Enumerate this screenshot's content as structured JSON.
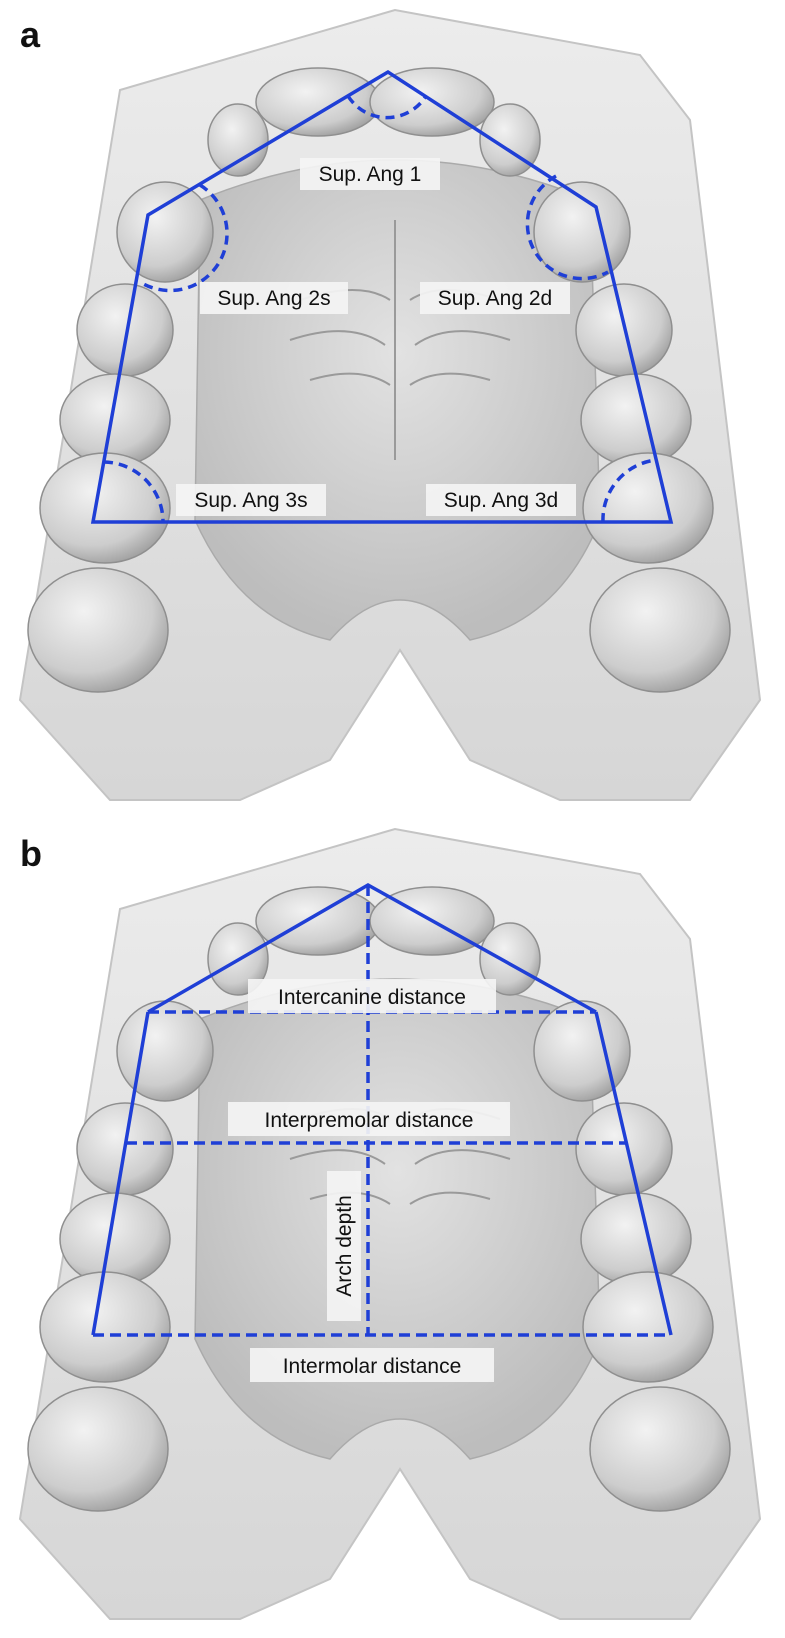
{
  "colors": {
    "line": "#1f3fd6",
    "cast": "#cfcfcf",
    "cast_dark": "#9a9a9a",
    "label_bg": "#f4f4f4"
  },
  "panel_a": {
    "letter": "a",
    "labels": {
      "ang1": "Sup. Ang 1",
      "ang2s": "Sup. Ang 2s",
      "ang2d": "Sup. Ang 2d",
      "ang3s": "Sup. Ang 3s",
      "ang3d": "Sup. Ang 3d"
    }
  },
  "panel_b": {
    "letter": "b",
    "labels": {
      "intercanine": "Intercanine distance",
      "interpremolar": "Interpremolar distance",
      "arch_depth": "Arch depth",
      "intermolar": "Intermolar distance"
    }
  }
}
